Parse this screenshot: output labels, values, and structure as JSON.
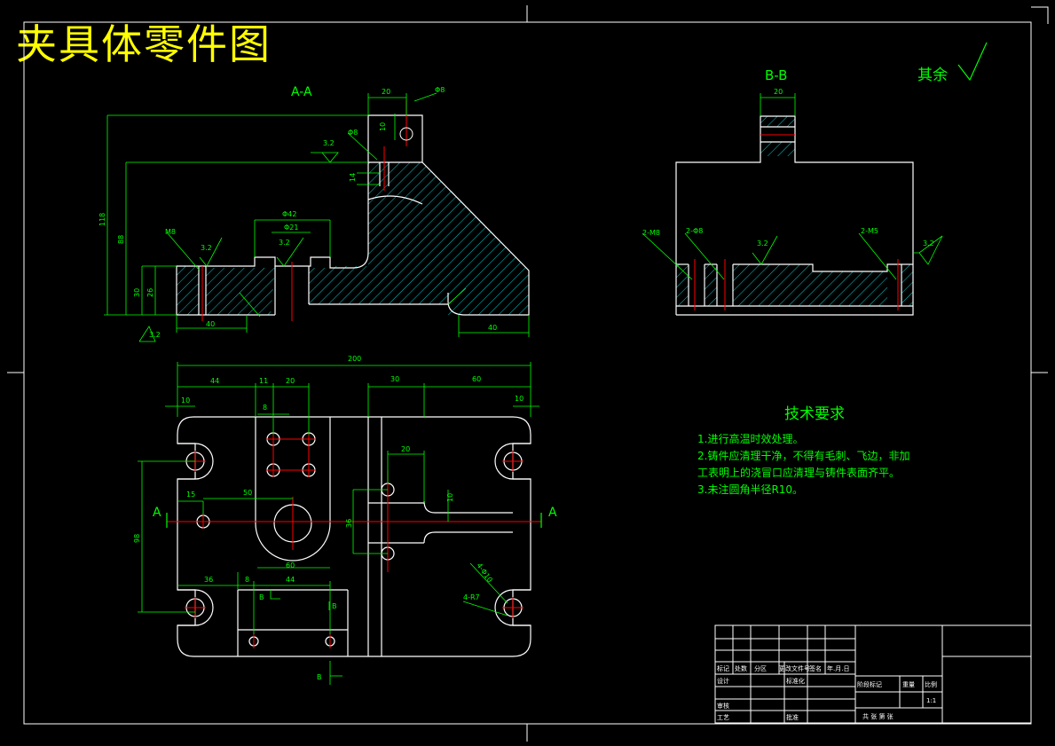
{
  "drawing_title": "夹具体零件图",
  "section_aa": "A-A",
  "section_bb": "B-B",
  "surface_note": "其余",
  "tech_req": {
    "title": "技术要求",
    "items": [
      "1.进行高温时效处理。",
      "2.铸件应清理干净，不得有毛刺、飞边，非加",
      "工表明上的浇冒口应清理与铸件表面齐平。",
      "3.未注圆角半径R10。"
    ]
  },
  "dims_aa": {
    "d20": "20",
    "phi8": "Φ8",
    "d10": "10",
    "phi8b": "Φ8",
    "d14": "14",
    "d118": "118",
    "d88": "88",
    "phi42": "Φ42",
    "phi21": "Φ21",
    "m8": "M8",
    "d30": "30",
    "d26": "26",
    "d40a": "40",
    "d40b": "40",
    "ra1": "3.2",
    "ra2": "3.2",
    "ra3": "3.2",
    "ra4": "3.2"
  },
  "dims_bb": {
    "d20": "20",
    "h1": "2-M8",
    "h2": "2-Φ8",
    "h3": "2-M5",
    "ra1": "3.2",
    "ra2": "3.2"
  },
  "dims_plan": {
    "d200": "200",
    "d44": "44",
    "d11": "11",
    "d20a": "20",
    "d30": "30",
    "d60a": "60",
    "d10a": "10",
    "d10b": "10",
    "d8a": "8",
    "d15": "15",
    "d50": "50",
    "d20b": "20",
    "d10c": "10",
    "d36": "36",
    "d98": "98",
    "d60b": "60",
    "d36b": "36",
    "d8b": "8",
    "d44b": "44",
    "r7": "4-R7",
    "phi10": "4-Φ10",
    "lblA1": "A",
    "lblA2": "A",
    "lblB1": "B",
    "lblB2": "B",
    "lblB3": "B"
  },
  "title_block": {
    "hdr": [
      "标记",
      "处数",
      "分区",
      "更改文件号",
      "签名",
      "年.月.日"
    ],
    "design": "设计",
    "standard": "标准化",
    "review": "审核",
    "process": "工艺",
    "approve": "批准",
    "stage": "阶段标记",
    "weight": "重量",
    "scale_label": "比例",
    "scale": "1:1",
    "sheets": "共   张   第   张"
  },
  "colors": {
    "line": "#ffffff",
    "dim": "#00ff00",
    "hatch": "#00ffff",
    "center": "#ff0000",
    "title": "#ffff00"
  }
}
